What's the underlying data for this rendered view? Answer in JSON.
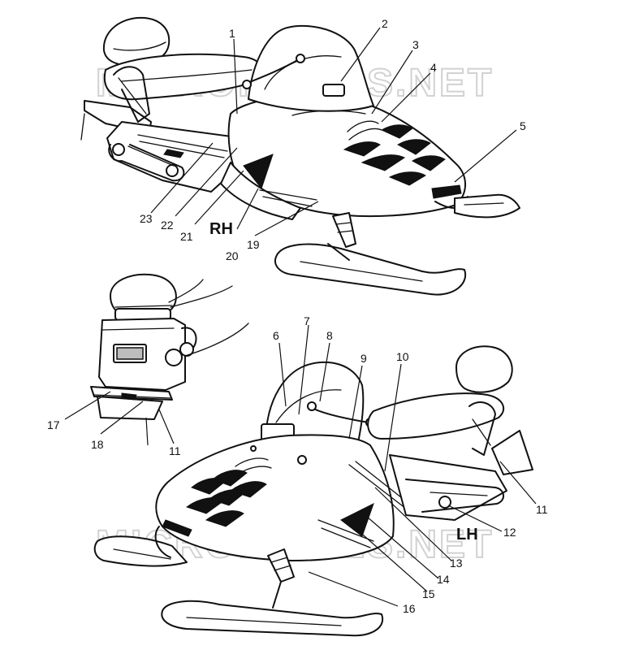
{
  "diagram": {
    "side_labels": {
      "right": "RH",
      "left": "LH"
    },
    "watermark": "MICROFICHES.NET",
    "callouts": {
      "rh": [
        {
          "id": "c1",
          "label": "1"
        },
        {
          "id": "c2",
          "label": "2"
        },
        {
          "id": "c3",
          "label": "3"
        },
        {
          "id": "c4",
          "label": "4"
        },
        {
          "id": "c5",
          "label": "5"
        },
        {
          "id": "c19",
          "label": "19"
        },
        {
          "id": "c20",
          "label": "20"
        },
        {
          "id": "c21",
          "label": "21"
        },
        {
          "id": "c22",
          "label": "22"
        },
        {
          "id": "c23",
          "label": "23"
        }
      ],
      "rear": [
        {
          "id": "c17",
          "label": "17"
        },
        {
          "id": "c18",
          "label": "18"
        },
        {
          "id": "c11a",
          "label": "11"
        }
      ],
      "lh": [
        {
          "id": "c6",
          "label": "6"
        },
        {
          "id": "c7",
          "label": "7"
        },
        {
          "id": "c8",
          "label": "8"
        },
        {
          "id": "c9",
          "label": "9"
        },
        {
          "id": "c10",
          "label": "10"
        },
        {
          "id": "c11b",
          "label": "11"
        },
        {
          "id": "c12",
          "label": "12"
        },
        {
          "id": "c13",
          "label": "13"
        },
        {
          "id": "c14",
          "label": "14"
        },
        {
          "id": "c15",
          "label": "15"
        },
        {
          "id": "c16",
          "label": "16"
        }
      ]
    }
  }
}
